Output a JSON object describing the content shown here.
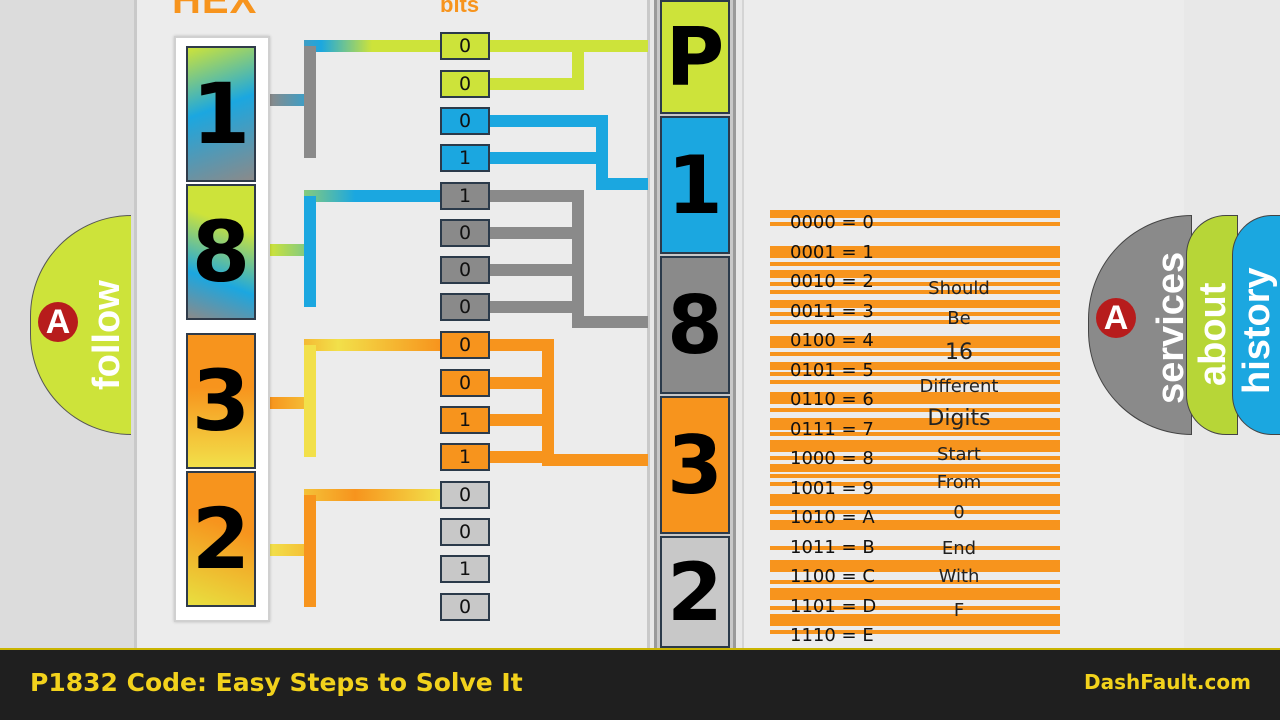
{
  "header": {
    "hex_title": "HEX",
    "bits_title": "bits"
  },
  "hex_digits": [
    "1",
    "8",
    "3",
    "2"
  ],
  "bits": [
    "0",
    "0",
    "0",
    "1",
    "1",
    "0",
    "0",
    "0",
    "0",
    "0",
    "1",
    "1",
    "0",
    "0",
    "1",
    "0"
  ],
  "pcode": [
    "P",
    "1",
    "8",
    "3",
    "2"
  ],
  "table_rows": [
    "0000 = 0",
    "0001 = 1",
    "0010 = 2",
    "0011 = 3",
    "0100 = 4",
    "0101 = 5",
    "0110 = 6",
    "0111 = 7",
    "1000 = 8",
    "1001 = 9",
    "1010 = A",
    "1011 = B",
    "1100 = C",
    "1101 = D",
    "1110 = E"
  ],
  "table_note": [
    "Should",
    "Be",
    "16",
    "Different",
    "Digits",
    "Start",
    "From",
    "0",
    "End",
    "With",
    "F"
  ],
  "side_tabs": {
    "left": "follow",
    "right": [
      "services",
      "about",
      "history"
    ],
    "logo_letter": "A"
  },
  "footer": {
    "title": "P1832 Code: Easy Steps to Solve It",
    "brand": "DashFault.com"
  },
  "colors": {
    "orange": "#f7941d",
    "lime": "#cde33a",
    "blue": "#1ba7e0",
    "gray": "#8a8a8a",
    "yellow": "#f2d21c"
  }
}
